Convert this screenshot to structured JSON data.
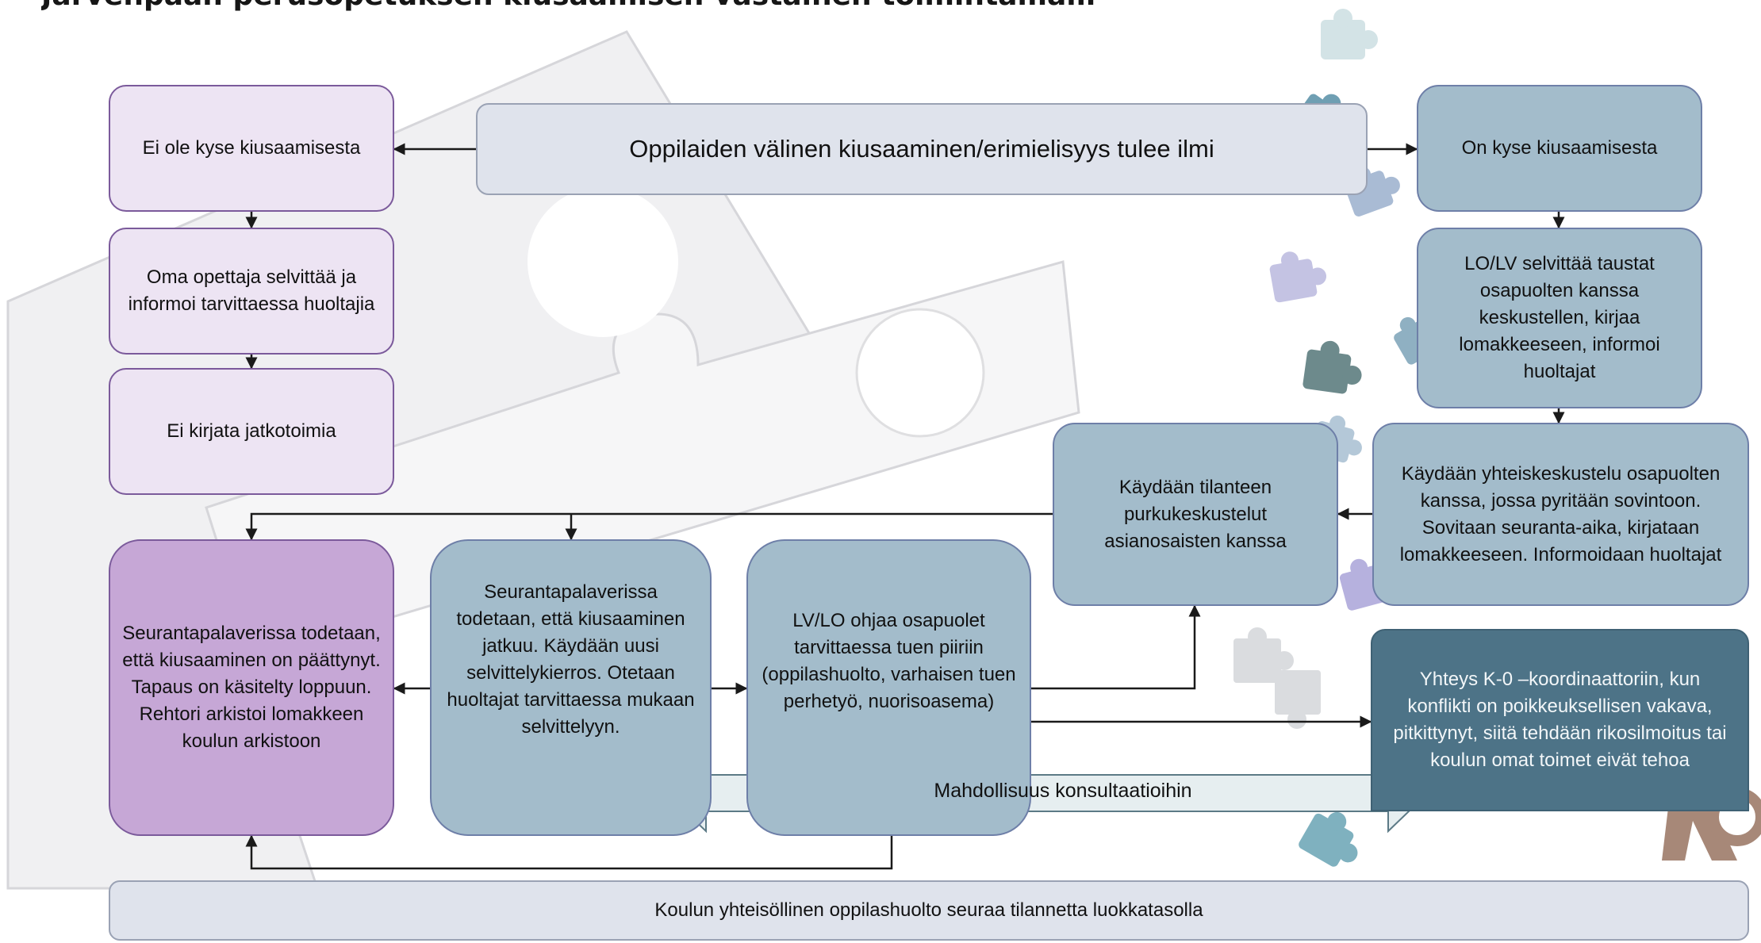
{
  "header": {
    "title": "Järvenpään perusopetuksen kiusaamisen vastainen toimintamalli"
  },
  "flow": {
    "incident": "Oppilaiden välinen kiusaaminen/erimielisyys tulee ilmi",
    "not_bullying": "Ei ole kyse kiusaamisesta",
    "teacher_informs": "Oma opettaja selvittää ja informoi tarvittaessa huoltajia",
    "no_followup": "Ei kirjata jatkotoimia",
    "is_bullying": "On kyse kiusaamisesta",
    "lolv_investigates": "LO/LV selvittää taustat osapuolten kanssa keskustellen, kirjaa lomakkeeseen, informoi huoltajat",
    "joint_discussion": "Käydään yhteiskeskustelu osapuolten kanssa, jossa pyritään sovintoon. Sovitaan seuranta-aika, kirjataan lomakkeeseen. Informoidaan huoltajat",
    "debrief": "Käydään tilanteen purkukeskustelut asianosaisten kanssa",
    "ended": "Seurantapalaverissa todetaan, että kiusaaminen on päättynyt. Tapaus on käsitelty loppuun. Rehtori arkistoi lomakkeen koulun arkistoon",
    "continues": "Seurantapalaverissa todetaan, että kiusaaminen jatkuu. Käydään uusi selvittelykierros. Otetaan huoltajat tarvittaessa mukaan selvittelyyn.",
    "support": "LV/LO ohjaa osapuolet tarvittaessa tuen piiriin (oppilashuolto, varhaisen tuen perhetyö, nuorisoasema)",
    "koordinator": "Yhteys K-0 –koordinaattoriin, kun konflikti on poikkeuksellisen vakava, pitkittynyt, siitä tehdään rikosilmoitus tai koulun omat toimet eivät tehoa",
    "consultation": "Mahdollisuus konsultaatioihin",
    "community_care": "Koulun yhteisöllinen oppilashuolto seuraa tilannetta luokkatasolla"
  },
  "colors": {
    "lavender_box": "#ede4f3",
    "purple_box": "#c6a7d6",
    "blue_box": "#a3bccb",
    "dark_box": "#4d7387",
    "grey_box": "#dfe3ec",
    "arrow": "#1a1a1a"
  },
  "icons": {
    "puzzle_pieces": "puzzle-piece-icon",
    "corner_logo": "ko-logo"
  }
}
